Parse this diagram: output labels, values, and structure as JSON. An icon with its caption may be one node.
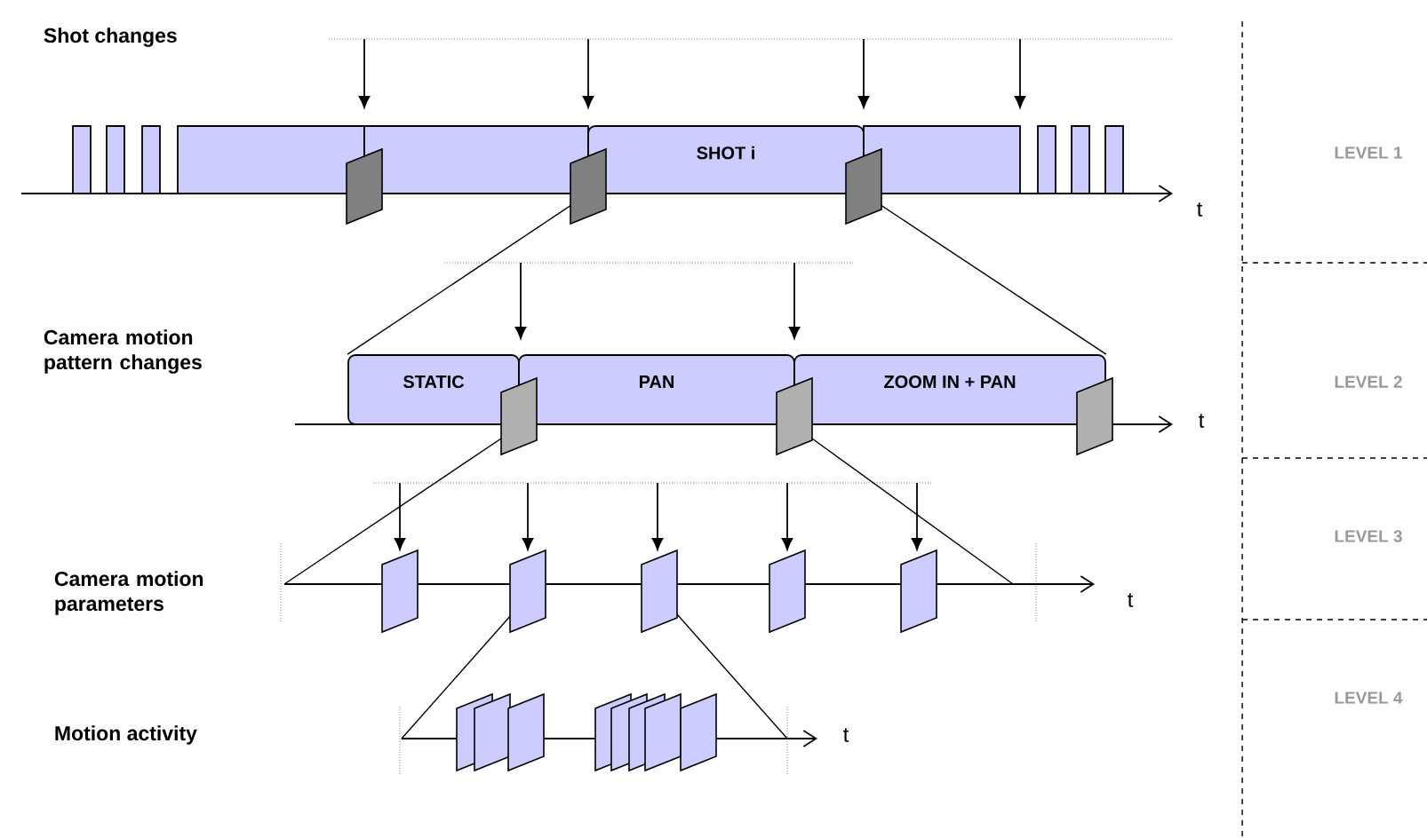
{
  "diagram": {
    "nodes": [
      {
        "text": [],
        "shape": "bar"
      },
      {
        "text": [],
        "shape": "bar"
      },
      {
        "text": [],
        "shape": "bar"
      },
      {
        "text": [],
        "shape": "bar"
      },
      {
        "text": [],
        "shape": "bar"
      },
      {
        "text": [
          "SHOT i"
        ]
      },
      {
        "text": [],
        "shape": "bar"
      },
      {
        "text": [],
        "shape": "bar"
      },
      {
        "text": [],
        "shape": "bar"
      },
      {
        "text": [],
        "shape": "bar"
      },
      {
        "text": [
          "STATIC"
        ]
      },
      {
        "text": [
          "PAN"
        ]
      },
      {
        "text": [
          "ZOOM IN + PAN"
        ]
      }
    ],
    "edges": [
      {
        "from": 5,
        "to": 10,
        "arrow": "none"
      },
      {
        "from": 5,
        "to": 12,
        "arrow": "none"
      }
    ],
    "labels": [
      "Shot changes",
      "LEVEL 1",
      "t",
      "Camera motion pattern changes",
      "LEVEL 2",
      "t",
      "Camera motion parameters",
      "LEVEL 3",
      "t",
      "Motion activity",
      "LEVEL 4",
      "t"
    ]
  }
}
